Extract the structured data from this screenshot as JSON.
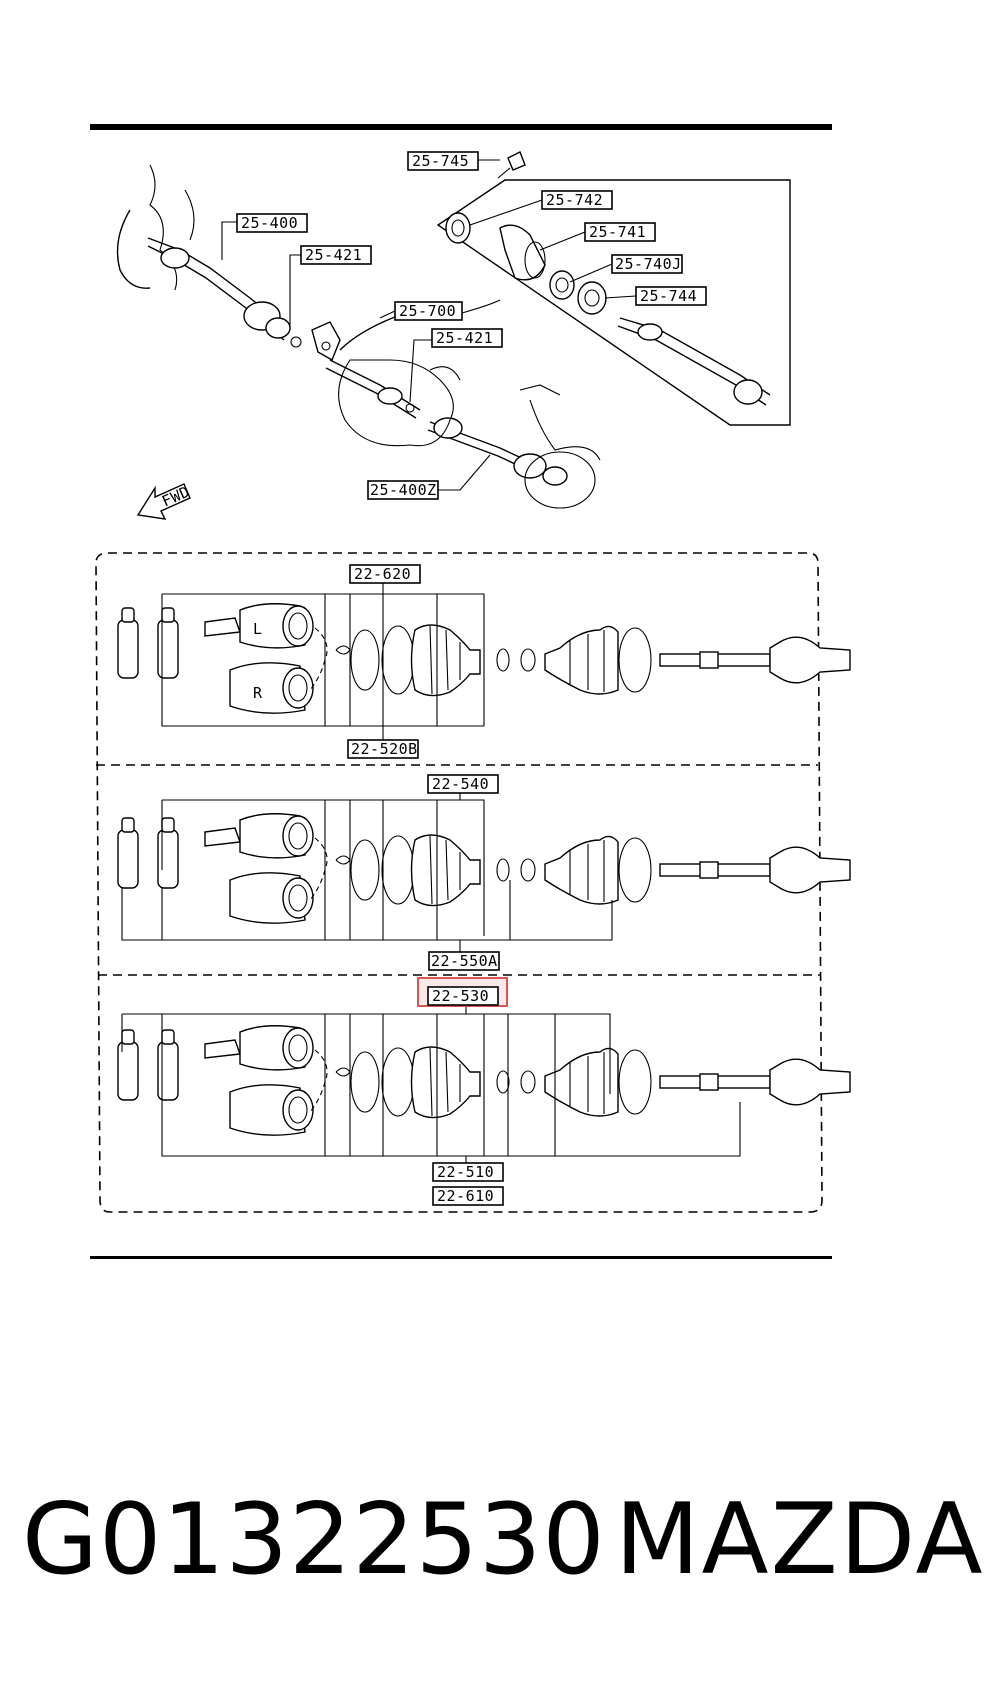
{
  "labels": {
    "l25745": "25-745",
    "l25742": "25-742",
    "l25741": "25-741",
    "l25740J": "25-740J",
    "l25744": "25-744",
    "l25400": "25-400",
    "l25421a": "25-421",
    "l25700": "25-700",
    "l25421b": "25-421",
    "l25400Z": "25-400Z",
    "fwd": "FWD",
    "l22620": "22-620",
    "l22520B": "22-520B",
    "l22540": "22-540",
    "l22550A": "22-550A",
    "l22530": "22-530",
    "l22510": "22-510",
    "l22610": "22-610",
    "markL": "L",
    "markR": "R"
  },
  "highlight": {
    "label": "22-530",
    "color": "#d9534f"
  },
  "footer": {
    "part_number": "G01322530",
    "brand": "MAZDA"
  }
}
